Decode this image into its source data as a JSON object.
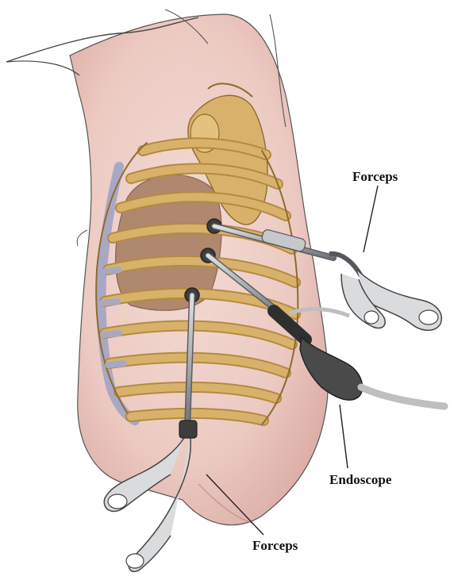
{
  "labels": {
    "forceps_top": "Forceps",
    "endoscope": "Endoscope",
    "forceps_bottom": "Forceps"
  },
  "colors": {
    "skin": "#f1d7cf",
    "skin_shadow": "#d9a9a0",
    "bone": "#d8b26a",
    "bone_dark": "#b48a42",
    "cartilage": "#a9a8c4",
    "lung": "#a88063",
    "instrument": "#b9bcc0",
    "instrument_dark": "#55585c",
    "scope_body": "#4a4a4a"
  },
  "icons": {
    "forceps": "forceps-icon",
    "endoscope": "endoscope-icon"
  }
}
